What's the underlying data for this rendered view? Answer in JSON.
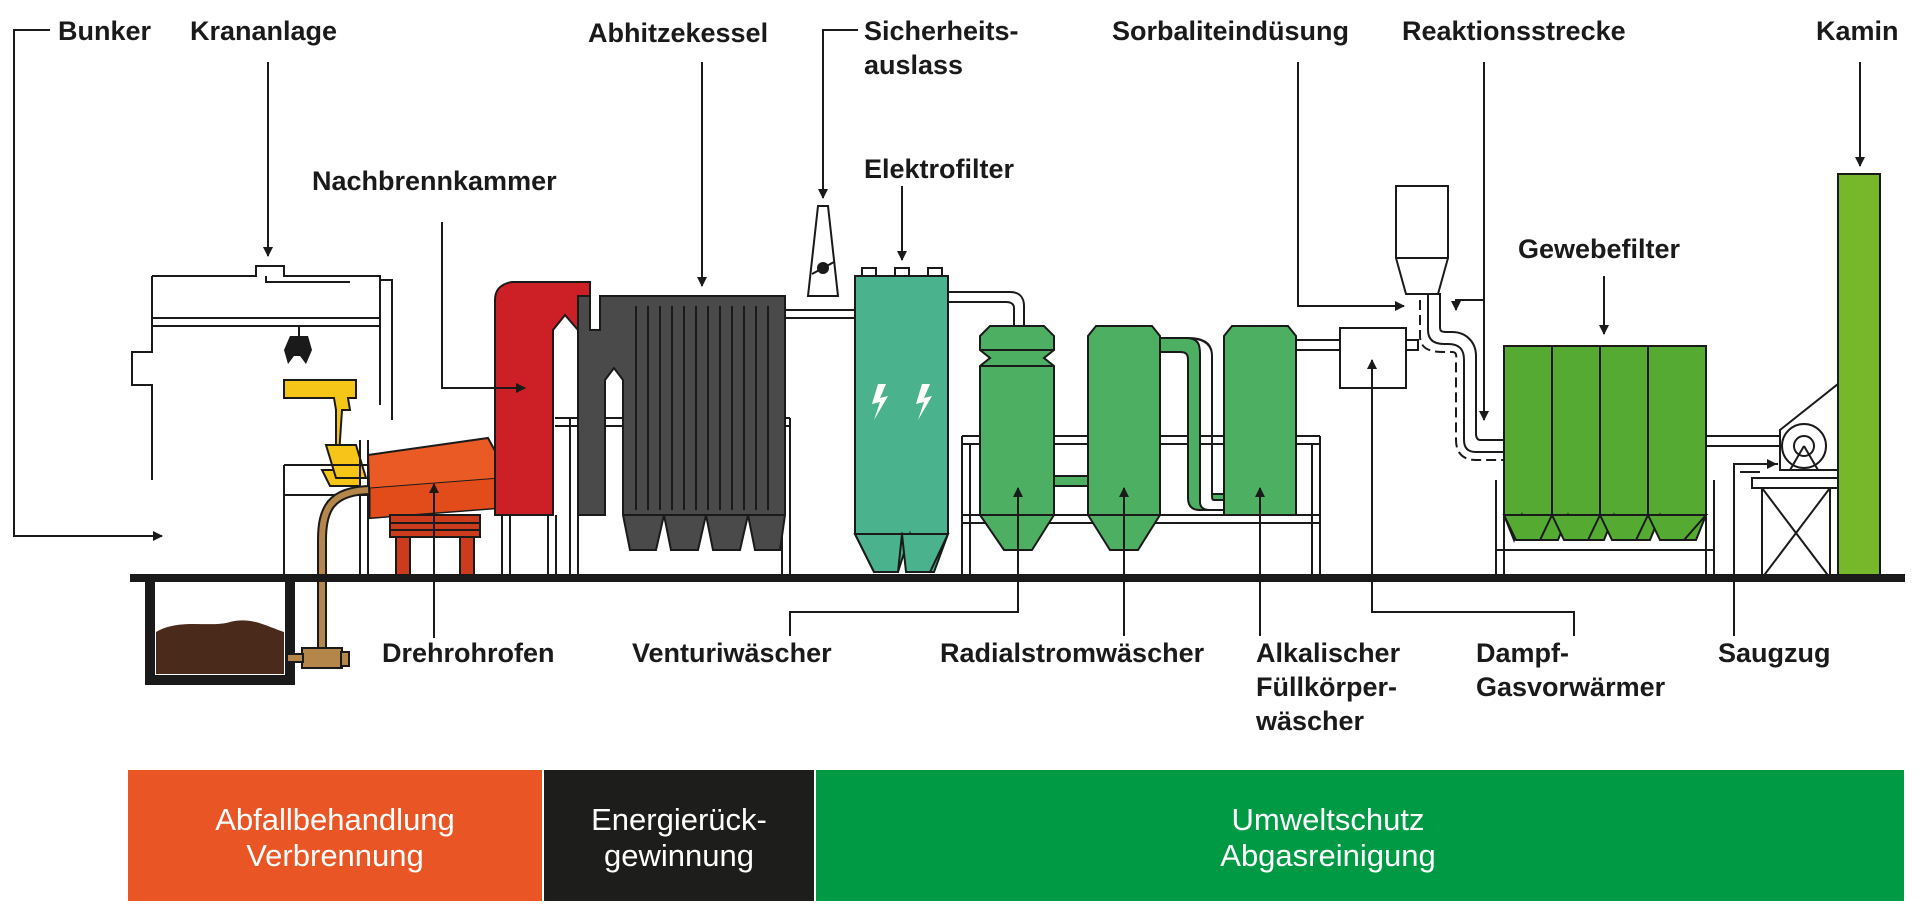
{
  "labels": {
    "bunker": "Bunker",
    "krananlage": "Krananlage",
    "abhitzekessel": "Abhitzekessel",
    "sicherheitsauslass_1": "Sicherheits-",
    "sicherheitsauslass_2": "auslass",
    "sorbaliteinduesung": "Sorbaliteindüsung",
    "reaktionsstrecke": "Reaktionsstrecke",
    "kamin": "Kamin",
    "nachbrennkammer": "Nachbrennkammer",
    "elektrofilter": "Elektrofilter",
    "gewebefilter": "Gewebefilter",
    "drehrohrofen": "Drehrohrofen",
    "venturiwaescher": "Venturiwäscher",
    "radialstromwaescher": "Radialstromwäscher",
    "fuellkoerper_1": "Alkalischer",
    "fuellkoerper_2": "Füllkörper-",
    "fuellkoerper_3": "wäscher",
    "dampfgas_1": "Dampf-",
    "dampfgas_2": "Gasvorwärmer",
    "saugzug": "Saugzug"
  },
  "bands": [
    {
      "line1": "Abfallbehandlung",
      "line2": "Verbrennung",
      "color": "#e95524"
    },
    {
      "line1": "Energierück-",
      "line2": "gewinnung",
      "color": "#1d1d1b"
    },
    {
      "line1": "Umweltschutz",
      "line2": "Abgasreinigung",
      "color": "#009a44"
    }
  ],
  "colors": {
    "crane_yellow": "#f5c518",
    "kiln_orange": "#ea5a24",
    "afterburner_red": "#cc1f26",
    "boiler_dark": "#4a4a4a",
    "electrofilter_teal": "#4bb28e",
    "scrubber_green": "#4caf62",
    "baghouse_green": "#55ab32",
    "chimney_green": "#76b82a",
    "waste_brown": "#4a2a1a",
    "ash_pipe": "#b5864a"
  }
}
